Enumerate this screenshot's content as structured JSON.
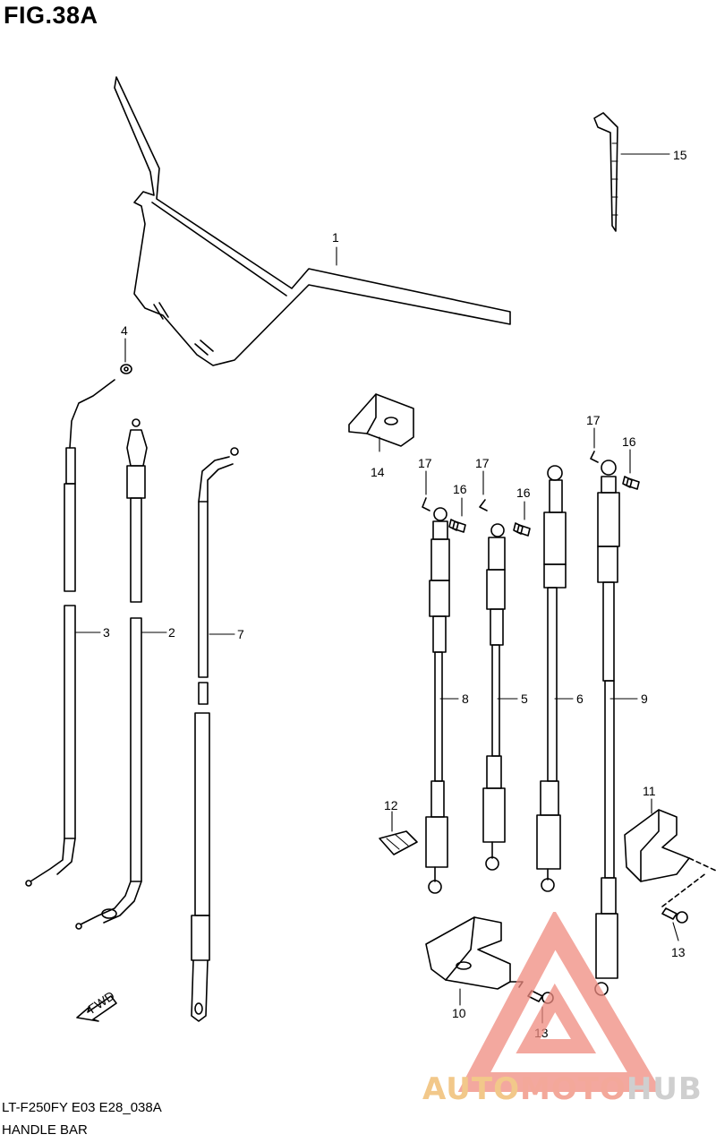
{
  "figure": {
    "title": "FIG.38A"
  },
  "callouts": [
    {
      "id": "c1",
      "label": "1"
    },
    {
      "id": "c2",
      "label": "2"
    },
    {
      "id": "c3",
      "label": "3"
    },
    {
      "id": "c4",
      "label": "4"
    },
    {
      "id": "c5",
      "label": "5"
    },
    {
      "id": "c6",
      "label": "6"
    },
    {
      "id": "c7",
      "label": "7"
    },
    {
      "id": "c8",
      "label": "8"
    },
    {
      "id": "c9",
      "label": "9"
    },
    {
      "id": "c10",
      "label": "10"
    },
    {
      "id": "c11",
      "label": "11"
    },
    {
      "id": "c12",
      "label": "12"
    },
    {
      "id": "c13a",
      "label": "13"
    },
    {
      "id": "c13b",
      "label": "13"
    },
    {
      "id": "c14",
      "label": "14"
    },
    {
      "id": "c15",
      "label": "15"
    },
    {
      "id": "c16a",
      "label": "16"
    },
    {
      "id": "c16b",
      "label": "16"
    },
    {
      "id": "c16c",
      "label": "16"
    },
    {
      "id": "c17a",
      "label": "17"
    },
    {
      "id": "c17b",
      "label": "17"
    },
    {
      "id": "c17c",
      "label": "17"
    }
  ],
  "fwd_label": "FWD",
  "footer": {
    "code": "LT-F250FY E03 E28_038A",
    "name": "HANDLE BAR"
  },
  "watermark": {
    "part1": "AUTO",
    "part2": "MOTO",
    "part3": "HUB"
  }
}
